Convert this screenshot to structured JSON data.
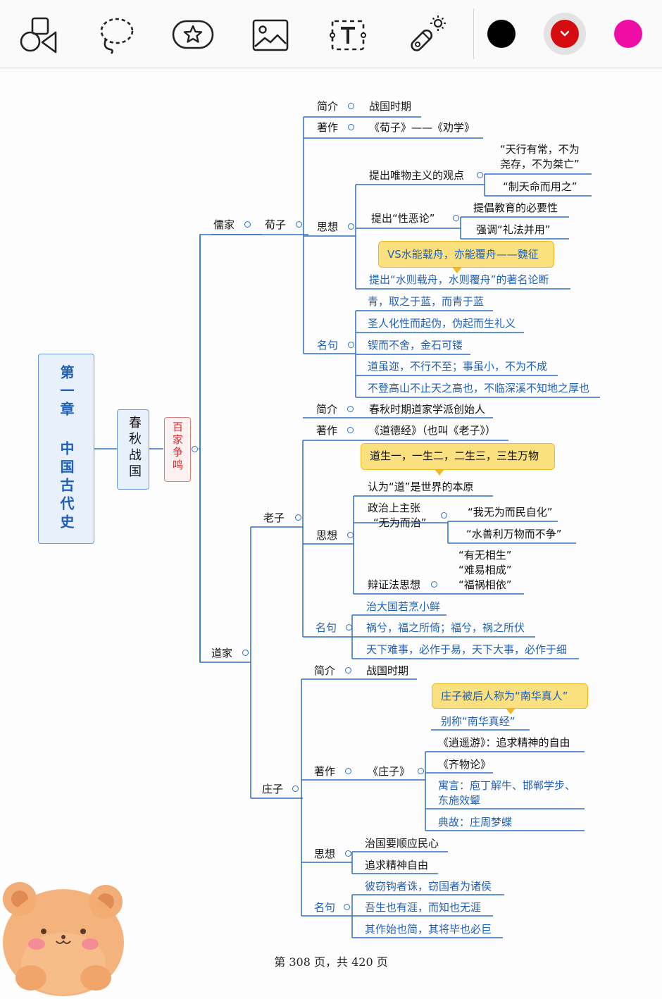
{
  "toolbar": {
    "tools": [
      "shapes-tool",
      "lasso-tool",
      "sticker-tool",
      "image-tool",
      "text-box-tool",
      "laser-pointer-tool"
    ],
    "colors": {
      "black": "#000000",
      "red": "#d40c10",
      "magenta": "#ee0ea6"
    }
  },
  "mindmap": {
    "root": "第一章 中国古代史",
    "period": "春秋战国",
    "topic": "百家争鸣",
    "ru": {
      "school": "儒家",
      "person": "荀子",
      "jianjie_label": "简介",
      "jianjie": "战国时期",
      "zhuzuo_label": "著作",
      "zhuzuo": "《荀子》——《劝学》",
      "sixiang_label": "思想",
      "materialism": "提出唯物主义的观点",
      "mat1": "“天行有常，不为",
      "mat1b": "尧存，不为桀亡”",
      "mat2": "“制天命而用之”",
      "evil": "提出“性恶论”",
      "evil1": "提倡教育的必要性",
      "evil2": "强调“礼法并用”",
      "callout": "VS水能载舟，亦能覆舟——魏征",
      "water": "提出“水则载舟，水则覆舟”的著名论断",
      "mingju_label": "名句",
      "quotes": [
        "青，取之于蓝，而青于蓝",
        "圣人化性而起伪，伪起而生礼义",
        "锲而不舍，金石可镂",
        "道虽迩，不行不至；事虽小，不为不成",
        "不登高山不止天之高也，不临深溪不知地之厚也"
      ]
    },
    "dao": {
      "school": "道家",
      "laozi": {
        "person": "老子",
        "jianjie_label": "简介",
        "jianjie": "春秋时期道家学派创始人",
        "zhuzuo_label": "著作",
        "zhuzuo": "《道德经》（也叫《老子》）",
        "callout": "道生一，一生二，二生三，三生万物",
        "sixiang_label": "思想",
        "dao_origin": "认为“道”是世界的本原",
        "politics1": "政治上主张",
        "politics2": "“无为而治”",
        "pol_a": "“我无为而民自化”",
        "pol_b": "“水善利万物而不争”",
        "dialectic": "辩证法思想",
        "dia1": "“有无相生”",
        "dia2": "“难易相成”",
        "dia3": "“福祸相依”",
        "mingju_label": "名句",
        "quotes": [
          "治大国若烹小鲜",
          "祸兮，福之所倚；福兮，祸之所伏",
          "天下难事，必作于易，天下大事，必作于细"
        ]
      },
      "zhuangzi": {
        "person": "庄子",
        "jianjie_label": "简介",
        "jianjie": "战国时期",
        "callout": "庄子被后人称为“南华真人”",
        "zhuzuo_label": "著作",
        "book": "《庄子》",
        "alias": "别称“南华真经”",
        "xiaoyao": "《逍遥游》：追求精神的自由",
        "qiwu": "《齐物论》",
        "yuyan1": "寓言：庖丁解牛、邯郸学步、",
        "yuyan2": "东施效颦",
        "diangu": "典故：庄周梦蝶",
        "sixiang_label": "思想",
        "sx1": "治国要顺应民心",
        "sx2": "追求精神自由",
        "mingju_label": "名句",
        "quotes": [
          "彼窃钩者诛，窃国者为诸侯",
          "吾生也有涯，而知也无涯",
          "其作始也简，其将毕也必巨"
        ]
      }
    }
  },
  "footer": "第 308 页，共 420 页"
}
